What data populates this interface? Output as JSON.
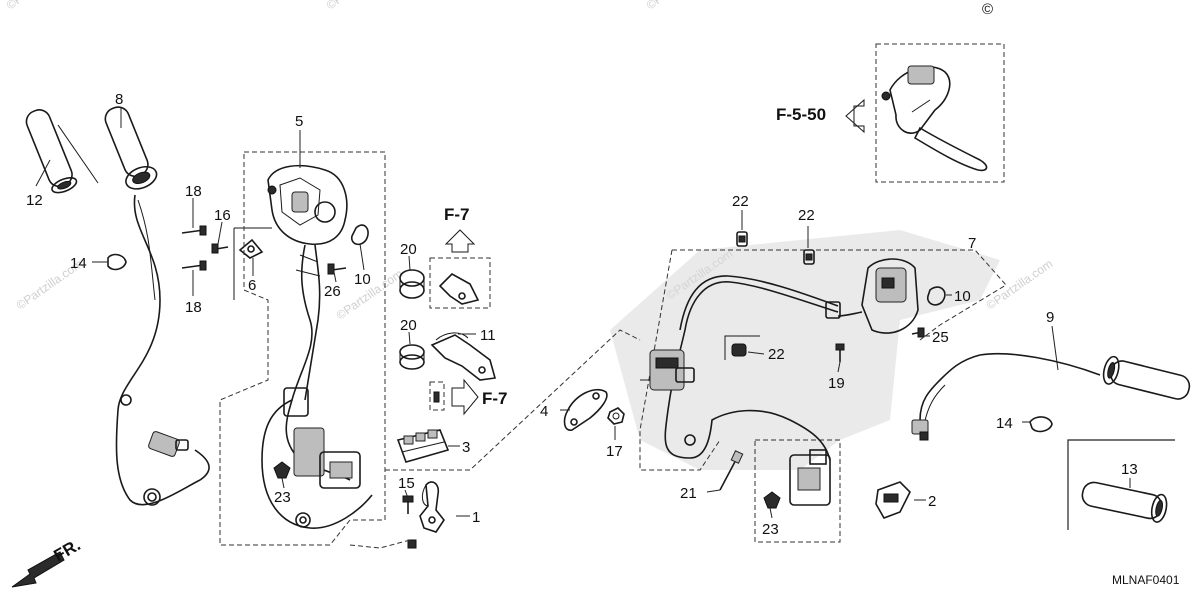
{
  "diagram_code": "MLNAF0401",
  "direction_label": "FR.",
  "copyright_symbol": "©",
  "watermark_text": "©Partzilla.com",
  "refs": {
    "f550": "F-5-50",
    "f7_top": "F-7",
    "f7_right": "F-7"
  },
  "callouts": {
    "c1": "1",
    "c2": "2",
    "c3": "3",
    "c4": "4",
    "c5": "5",
    "c6": "6",
    "c7": "7",
    "c8": "8",
    "c9": "9",
    "c10a": "10",
    "c10b": "10",
    "c11": "11",
    "c12": "12",
    "c13": "13",
    "c14a": "14",
    "c14b": "14",
    "c15": "15",
    "c16": "16",
    "c17": "17",
    "c18a": "18",
    "c18b": "18",
    "c19": "19",
    "c20a": "20",
    "c20b": "20",
    "c21": "21",
    "c22a": "22",
    "c22b": "22",
    "c22c": "22",
    "c23a": "23",
    "c23b": "23",
    "c25": "25",
    "c26": "26"
  }
}
